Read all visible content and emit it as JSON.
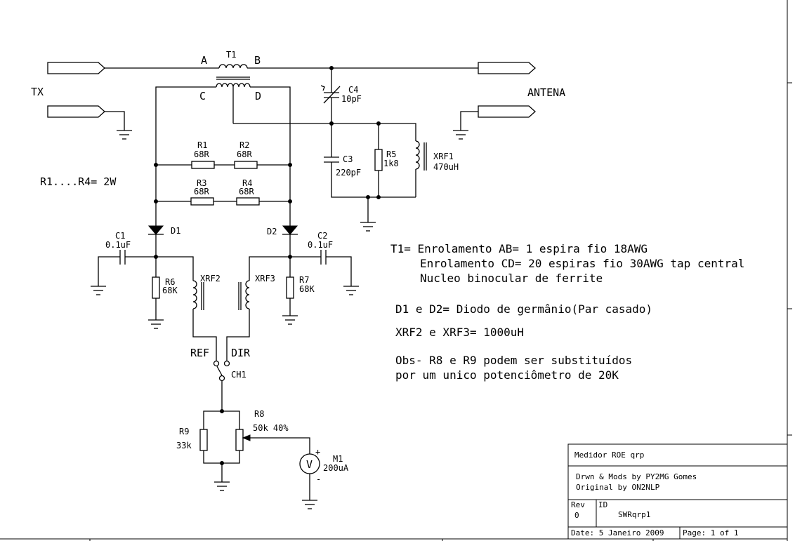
{
  "ports": {
    "tx": "TX",
    "antena": "ANTENA"
  },
  "transformer": {
    "ref": "T1",
    "a": "A",
    "b": "B",
    "c": "C",
    "d": "D"
  },
  "components": {
    "c4": {
      "ref": "C4",
      "value": "10pF"
    },
    "c3": {
      "ref": "C3",
      "value": "220pF"
    },
    "r5": {
      "ref": "R5",
      "value": "1k8"
    },
    "xrf1": {
      "ref": "XRF1",
      "value": "470uH"
    },
    "r1": {
      "ref": "R1",
      "value": "68R"
    },
    "r2": {
      "ref": "R2",
      "value": "68R"
    },
    "r3": {
      "ref": "R3",
      "value": "68R"
    },
    "r4": {
      "ref": "R4",
      "value": "68R"
    },
    "d1": {
      "ref": "D1"
    },
    "d2": {
      "ref": "D2"
    },
    "c1": {
      "ref": "C1",
      "value": "0.1uF"
    },
    "c2": {
      "ref": "C2",
      "value": "0.1uF"
    },
    "r6": {
      "ref": "R6",
      "value": "68K"
    },
    "r7": {
      "ref": "R7",
      "value": "68K"
    },
    "xrf2": {
      "ref": "XRF2"
    },
    "xrf3": {
      "ref": "XRF3"
    },
    "r8": {
      "ref": "R8",
      "value": "50k 40%"
    },
    "r9": {
      "ref": "R9",
      "value": "33k"
    },
    "m1": {
      "ref": "M1",
      "value": "200uA",
      "symbol": "V",
      "plus": "+",
      "minus": "-"
    },
    "ch1": {
      "ref": "CH1",
      "ref_label": "REF",
      "dir_label": "DIR"
    }
  },
  "resistor_power_note": "R1....R4= 2W",
  "notes": {
    "t1_line1": "T1= Enrolamento AB= 1 espira fio 18AWG",
    "t1_line2": "Enrolamento CD= 20 espiras fio 30AWG tap central",
    "t1_line3": "Nucleo binocular de ferrite",
    "diodes": "D1 e D2= Diodo de germânio(Par casado)",
    "chokes": "XRF2 e XRF3= 1000uH",
    "obs_line1": "Obs- R8 e R9 podem ser substituídos",
    "obs_line2": "por um unico potenciômetro de 20K"
  },
  "title_block": {
    "title": "Medidor ROE qrp",
    "drawn": "Drwn & Mods by PY2MG    Gomes",
    "original": "Original by ON2NLP",
    "rev_label": "Rev",
    "rev_value": "0",
    "id_label": "ID",
    "id_value": "SWRqrp1",
    "date": "Date: 5 Janeiro 2009",
    "page": "Page: 1 of 1"
  }
}
